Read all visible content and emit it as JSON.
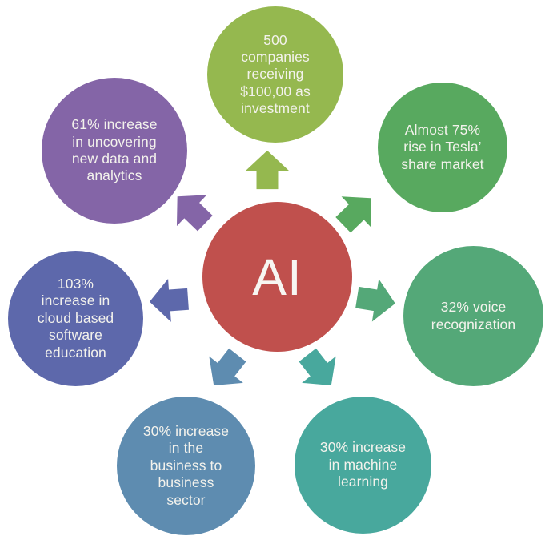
{
  "diagram": {
    "type": "radial-spoke",
    "center": {
      "label": "AI",
      "color": "#c0504d"
    },
    "nodes": [
      {
        "id": "investment",
        "position": "top",
        "text": "500\ncompanies\nreceiving\n$100,00 as\ninvestment",
        "color": "#95b84f"
      },
      {
        "id": "tesla-shares",
        "position": "top-right",
        "text": "Almost 75%\nrise in Tesla’\nshare market",
        "color": "#58a95f"
      },
      {
        "id": "voice",
        "position": "right",
        "text": "32% voice\nrecognization",
        "color": "#54a878"
      },
      {
        "id": "machine-learning",
        "position": "bottom-right",
        "text": "30% increase\nin machine\nlearning",
        "color": "#48a89d"
      },
      {
        "id": "b2b-sector",
        "position": "bottom-left",
        "text": "30% increase\nin the\nbusiness to\nbusiness\nsector",
        "color": "#5e8cb0"
      },
      {
        "id": "cloud-education",
        "position": "left",
        "text": "103%\nincrease in\ncloud based\nsoftware\neducation",
        "color": "#5d68ab"
      },
      {
        "id": "data-analytics",
        "position": "top-left",
        "text": "61% increase\nin uncovering\nnew data and\nanalytics",
        "color": "#8465a7"
      }
    ]
  }
}
